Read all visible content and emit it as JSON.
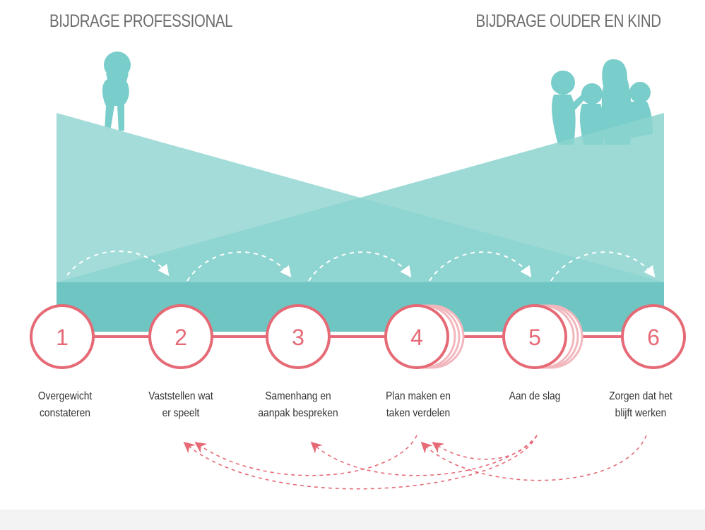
{
  "headings": {
    "left": "BIJDRAGE PROFESSIONAL",
    "right": "BIJDRAGE OUDER EN KIND"
  },
  "colors": {
    "teal_light": "#a4dcd9",
    "teal_mid": "#8cd3cf",
    "teal_dark": "#6fc5c2",
    "figure": "#79cdca",
    "coral": "#e56a76",
    "coral_light": "#f2b7bd"
  },
  "steps": [
    {
      "number": "1",
      "label": "Overgewicht\nconstateren"
    },
    {
      "number": "2",
      "label": "Vaststellen wat\ner speelt"
    },
    {
      "number": "3",
      "label": "Samenhang en\naanpak bespreken"
    },
    {
      "number": "4",
      "label": "Plan maken en\ntaken verdelen"
    },
    {
      "number": "5",
      "label": "Aan de slag"
    },
    {
      "number": "6",
      "label": "Zorgen dat het\nblijft werken"
    }
  ]
}
